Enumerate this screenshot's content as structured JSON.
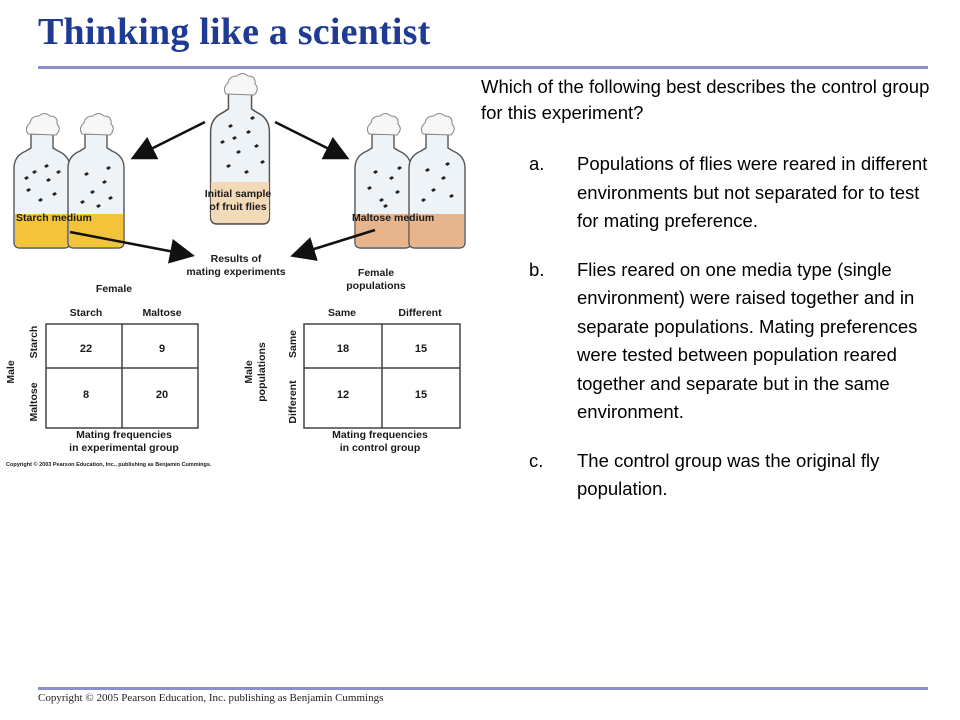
{
  "slide": {
    "title": "Thinking like a scientist",
    "question": "Which of the following best describes the control group for this experiment?",
    "options": [
      {
        "letter": "a.",
        "text": "Populations of flies were reared in different environments but not separated for to test for mating preference."
      },
      {
        "letter": "b.",
        "text": "Flies reared on one media type (single environment) were raised together and in separate populations.  Mating preferences were tested between population reared together and separate but in the same environment."
      },
      {
        "letter": "c.",
        "text": "The control group was the original fly population."
      }
    ],
    "footer": "Copyright © 2005 Pearson Education, Inc. publishing as Benjamin Cummings"
  },
  "figure": {
    "labels": {
      "starch_medium": "Starch medium",
      "maltose_medium": "Maltose medium",
      "initial_sample_1": "Initial sample",
      "initial_sample_2": "of fruit flies",
      "results_1": "Results of",
      "results_2": "mating experiments",
      "copyright": "Copyright © 2003 Pearson Education, Inc., publishing as Benjamin Cummings."
    },
    "experimental_table": {
      "col_group": "Female",
      "row_group": "Male",
      "columns": [
        "Starch",
        "Maltose"
      ],
      "rows": [
        "Starch",
        "Maltose"
      ],
      "cells": [
        [
          "22",
          "9"
        ],
        [
          "8",
          "20"
        ]
      ],
      "caption_1": "Mating frequencies",
      "caption_2": "in experimental group"
    },
    "control_table": {
      "col_group_1": "Female",
      "col_group_2": "populations",
      "row_group_1": "Male",
      "row_group_2": "populations",
      "columns": [
        "Same",
        "Different"
      ],
      "rows": [
        "Same",
        "Different"
      ],
      "cells": [
        [
          "18",
          "15"
        ],
        [
          "12",
          "15"
        ]
      ],
      "caption_1": "Mating frequencies",
      "caption_2": "in control group"
    }
  },
  "colors": {
    "title": "#1f3a93",
    "rule": "#8c8fc8",
    "starch_medium": "#f3c33a",
    "maltose_medium": "#e8b48c",
    "initial_medium": "#f2d9b8"
  }
}
